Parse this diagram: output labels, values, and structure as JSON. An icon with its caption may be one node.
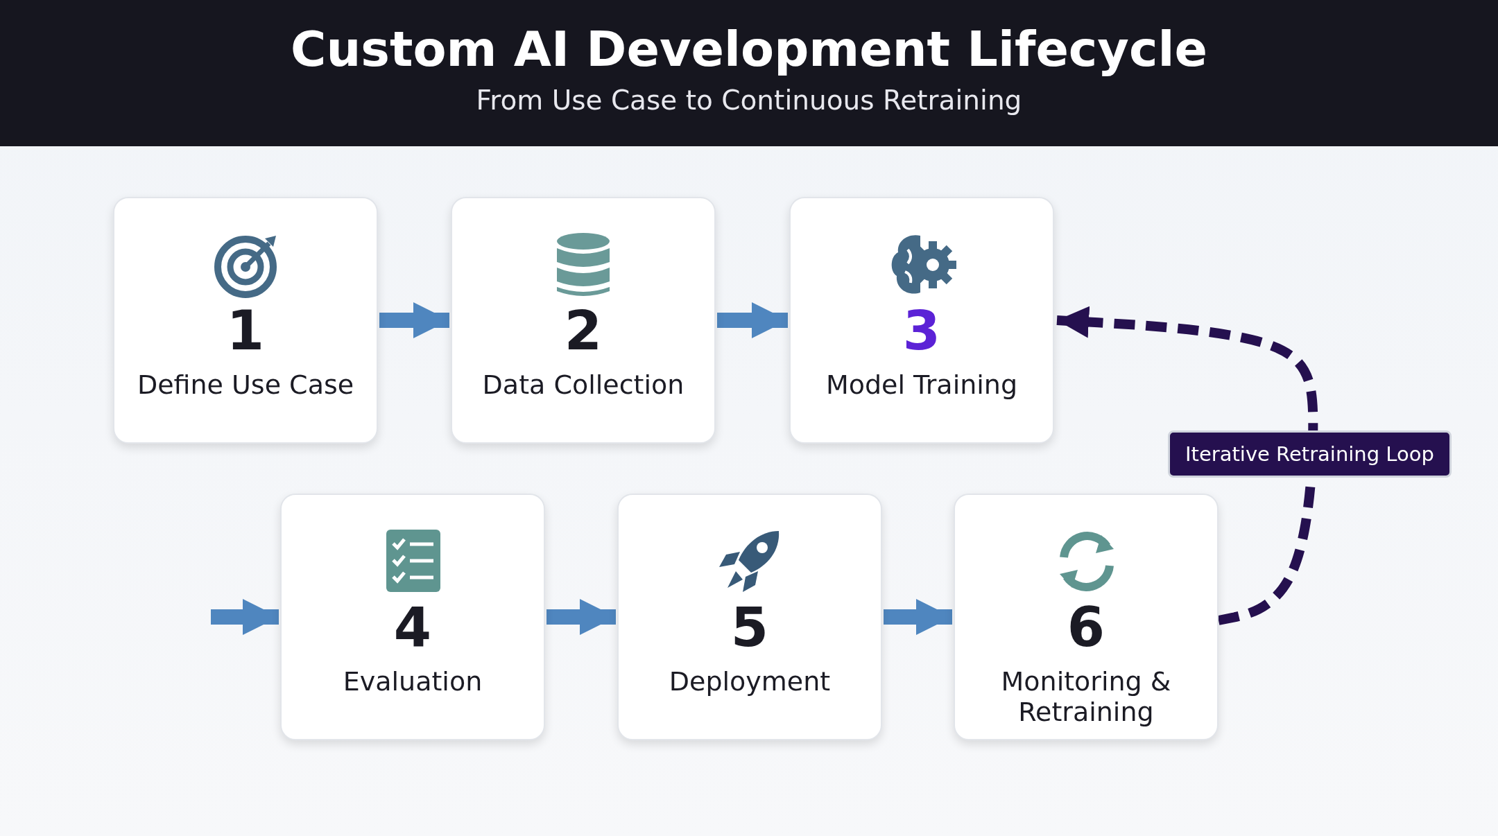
{
  "diagram": {
    "title": "Custom AI Development Lifecycle",
    "caption": "From Use Case to Continuous Retraining",
    "nodes": [
      {
        "text": [
          "1",
          "Define Use Case"
        ]
      },
      {
        "text": [
          "2",
          "Data Collection"
        ]
      },
      {
        "text": [
          "3",
          "Model Training"
        ]
      },
      {
        "text": [
          "4",
          "Evaluation"
        ]
      },
      {
        "text": [
          "5",
          "Deployment"
        ]
      },
      {
        "text": [
          "6",
          "Monitoring & Retraining"
        ]
      }
    ],
    "edges": [
      {
        "from": 0,
        "to": 1,
        "arrow": "to"
      },
      {
        "from": 1,
        "to": 2,
        "arrow": "to"
      },
      {
        "from": null,
        "to": 3,
        "arrow": "to"
      },
      {
        "from": 3,
        "to": 4,
        "arrow": "to"
      },
      {
        "from": 4,
        "to": 5,
        "arrow": "to"
      },
      {
        "from": 5,
        "to": 2,
        "arrow": "to",
        "label": "Iterative Retraining Loop",
        "style": "dashed",
        "color": "#25104f"
      }
    ]
  }
}
